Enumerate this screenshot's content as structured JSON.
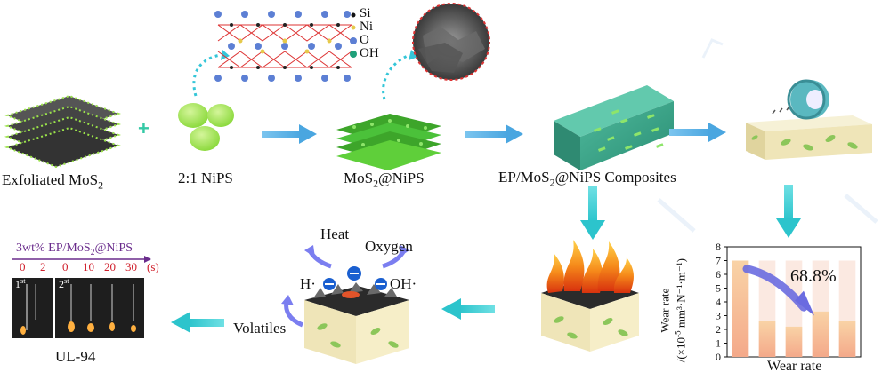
{
  "labels": {
    "exfoliated_mos2": "Exfoliated MoS",
    "exfoliated_mos2_sub": "2",
    "nips": "2:1 NiPS",
    "mos2_nips_a": "MoS",
    "mos2_nips_sub": "2",
    "mos2_nips_b": "@NiPS",
    "composite_a": "EP/MoS",
    "composite_sub": "2",
    "composite_b": "@NiPS Composites",
    "heat": "Heat",
    "oxygen": "Oxygen",
    "h_radical": "H·",
    "oh_radical": "OH·",
    "volatiles": "Volatiles",
    "ul94": "UL-94",
    "plus": "+"
  },
  "legend": {
    "si": "Si",
    "ni": "Ni",
    "o": "O",
    "oh": "OH"
  },
  "flame_test": {
    "title_a": "3wt% EP/MoS",
    "title_sub": "2",
    "title_b": "@NiPS",
    "ticks": [
      "0",
      "2",
      "0",
      "10",
      "20",
      "30"
    ],
    "unit": "(s)",
    "panel1": "1",
    "panel1_sup": "st",
    "panel2": "2",
    "panel2_sup": "st"
  },
  "chart_data": {
    "type": "bar",
    "xlabel": "Wear rate",
    "ylabel_a": "Wear rate",
    "ylabel_b": "/(×10",
    "ylabel_exp": "-5",
    "ylabel_c": " mm³·N⁻¹·m⁻¹)",
    "yticks": [
      "0",
      "1",
      "2",
      "3",
      "4",
      "5",
      "6",
      "7",
      "8"
    ],
    "ylim": [
      0,
      8
    ],
    "values": [
      7.0,
      2.6,
      2.2,
      3.3,
      2.6
    ],
    "background": [
      7.0,
      7.0,
      7.0,
      7.0,
      7.0
    ],
    "annotation": "68.8%",
    "bar_color": "#f4a98a",
    "bar_color_top": "#f9d3a6",
    "track_color": "#fbe9e1",
    "arrow_color": "#6a6be0"
  },
  "colors": {
    "arrow": "#5fb7e8",
    "arrow_teal": "#3fd0d4",
    "nips_green": "#9be34a",
    "sheet_green": "#5fcf3a",
    "mos2_dark": "#3c3c3c",
    "block": "#f2ebc4",
    "composite": "#3aa58a",
    "flame_title": "#6a2c8c",
    "flame_ticks": "#d0202c"
  }
}
